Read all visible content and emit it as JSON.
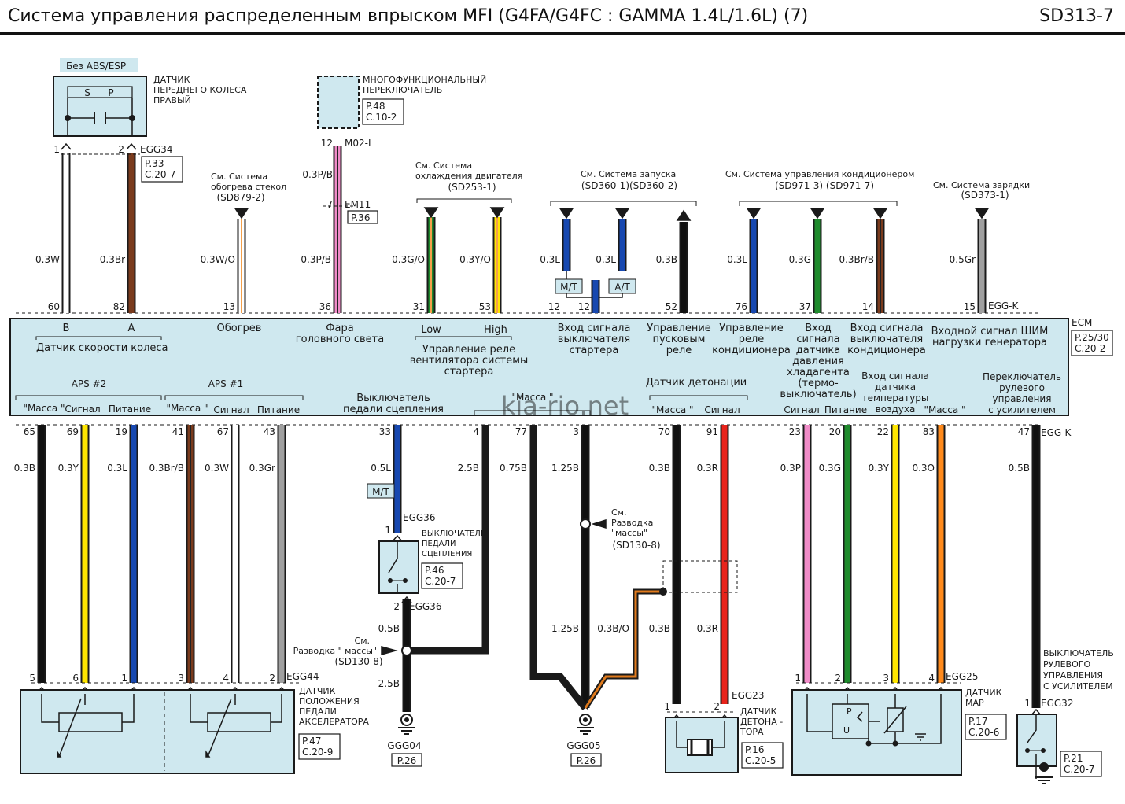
{
  "header": {
    "title": "Система  управления распределенным  впрыском MFI  (G4FA/G4FC : GAMMA 1.4L/1.6L) (7)",
    "code": "SD313-7"
  },
  "watermark": "kia-rio.net",
  "colors": {
    "box": "#cfe8ef",
    "line": "#1a1a1a",
    "ref": "#1a3aa0"
  },
  "top_components": {
    "wheel_sensor": {
      "badge": "Без ABS/ESP",
      "label": [
        "ДАТЧИК",
        "ПЕРЕДНЕГО  КОЛЕСА",
        "ПРАВЫЙ"
      ],
      "s": "S",
      "p": "P",
      "pins": [
        "1",
        "2"
      ],
      "connector": "EGG34",
      "ref": [
        "P.33",
        "C.20-7"
      ]
    },
    "multi_switch": {
      "label": [
        "МНОГОФУНКЦИОНАЛЬНЫЙ",
        "ПЕРЕКЛЮЧАТЕЛЬ"
      ],
      "ref": [
        "P.48",
        "C.10-2"
      ],
      "pin": "12",
      "connector": "M02-L",
      "pin2": "7",
      "connector2": "EM11",
      "ref2": "P.36",
      "wire_top": "0.3P/B"
    },
    "refs": [
      {
        "lines": [
          "См. Система",
          "обогрева стекол"
        ],
        "code": "(SD879-2)"
      },
      {
        "lines": [
          "См. Система",
          "охлаждения двигателя"
        ],
        "code": "(SD253-1)"
      },
      {
        "lines": [
          "См. Система запуска"
        ],
        "code": "(SD360-1)(SD360-2)"
      },
      {
        "lines": [
          "См. Система управления кондиционером"
        ],
        "code": "(SD971-3) (SD971-7)"
      },
      {
        "lines": [
          "См. Система зарядки"
        ],
        "code": "(SD373-1)"
      }
    ],
    "mt": "M/T",
    "at": "A/T"
  },
  "top_wires": [
    {
      "pin": "60",
      "spec": "0.3W",
      "color": "#ffffff"
    },
    {
      "pin": "82",
      "spec": "0.3Br",
      "color": "#7a3b1d"
    },
    {
      "pin": "13",
      "spec": "0.3W/O",
      "color": "#ffffff",
      "stripe": "#f4a04a"
    },
    {
      "pin": "36",
      "spec": "0.3P/B",
      "color": "#f08cc8",
      "stripe": "#222"
    },
    {
      "pin": "31",
      "spec": "0.3G/O",
      "color": "#1f8b2d",
      "stripe": "#f4a04a"
    },
    {
      "pin": "53",
      "spec": "0.3Y/O",
      "color": "#ffe600",
      "stripe": "#f4a04a"
    },
    {
      "pin": "12",
      "spec": "0.3L",
      "color": "#1748b0"
    },
    {
      "pin": "",
      "spec": "0.3L",
      "color": "#1748b0"
    },
    {
      "pin": "52",
      "spec": "0.3B",
      "color": "#111111"
    },
    {
      "pin": "76",
      "spec": "0.3L",
      "color": "#1748b0"
    },
    {
      "pin": "37",
      "spec": "0.3G",
      "color": "#1f8b2d"
    },
    {
      "pin": "14",
      "spec": "0.3Br/B",
      "color": "#7a3b1d",
      "stripe": "#222"
    },
    {
      "pin": "15",
      "spec": "0.5Gr",
      "color": "#a0a0a0"
    }
  ],
  "ecm": {
    "name": "ECM",
    "ref": [
      "P.25/30",
      "C.20-2"
    ],
    "connector_top": "EGG-K",
    "connector_bottom": "EGG-K",
    "top_labels": {
      "b": "B",
      "a": "A",
      "wheel_speed": "Датчик скорости колеса",
      "heat": "Обогрев",
      "headlight": [
        "Фара",
        "головного света"
      ],
      "low": "Low",
      "high": "High",
      "fan": [
        "Управление реле",
        "вентилятора  системы",
        "стартера"
      ],
      "starter_in": [
        "Вход сигнала",
        "выключателя",
        "стартера"
      ],
      "starter_ctrl": [
        "Управление",
        "пусковым",
        "реле"
      ],
      "ac_ctrl": [
        "Управление",
        "реле",
        "кондиционера"
      ],
      "ac_press": [
        "Вход",
        "сигнала",
        "датчика",
        "давления",
        "хладагента",
        "(термо-",
        "выключатель)"
      ],
      "ac_in": [
        "Вход сигнала",
        "выключателя",
        "кондиционера"
      ],
      "gen": [
        "Входной сигнал ШИМ",
        "нагрузки генератора"
      ]
    },
    "bottom_labels": {
      "aps2": "APS #2",
      "aps1": "APS #1",
      "mass": "\"Масса \"",
      "signal": "Сигнал",
      "power": "Питание",
      "clutch": [
        "Выключатель",
        "педали сцепления"
      ],
      "mass_mid": "\"Масса \"",
      "knock": "Датчик детонации",
      "iat": [
        "Вход сигнала",
        "датчика",
        "температуры",
        "воздуха"
      ],
      "map_signal": "Сигнал",
      "map_power": "Питание",
      "map_mass": "\"Масса \"",
      "psw": [
        "Переключатель",
        "рулевого",
        "управления",
        "с усилителем"
      ]
    }
  },
  "bottom_wires": [
    {
      "pin": "65",
      "spec": "0.3B",
      "color": "#111111"
    },
    {
      "pin": "69",
      "spec": "0.3Y",
      "color": "#ffe600"
    },
    {
      "pin": "19",
      "spec": "0.3L",
      "color": "#1748b0"
    },
    {
      "pin": "41",
      "spec": "0.3Br/B",
      "color": "#7a3b1d",
      "stripe": "#222"
    },
    {
      "pin": "67",
      "spec": "0.3W",
      "color": "#ffffff"
    },
    {
      "pin": "43",
      "spec": "0.3Gr",
      "color": "#a0a0a0"
    },
    {
      "pin": "33",
      "spec": "0.5L",
      "color": "#1748b0"
    },
    {
      "pin": "4",
      "spec": "2.5B",
      "color": "#111111"
    },
    {
      "pin": "77",
      "spec": "0.75B",
      "color": "#111111"
    },
    {
      "pin": "3",
      "spec": "1.25B",
      "color": "#111111"
    },
    {
      "pin": "70",
      "spec": "0.3B",
      "color": "#111111"
    },
    {
      "pin": "91",
      "spec": "0.3R",
      "color": "#e8231b"
    },
    {
      "pin": "23",
      "spec": "0.3P",
      "color": "#f08cc8"
    },
    {
      "pin": "20",
      "spec": "0.3G",
      "color": "#1f8b2d"
    },
    {
      "pin": "22",
      "spec": "0.3Y",
      "color": "#ffe600"
    },
    {
      "pin": "83",
      "spec": "0.3O",
      "color": "#ff8a1c"
    },
    {
      "pin": "47",
      "spec": "0.5B",
      "color": "#111111"
    }
  ],
  "bottom_components": {
    "aps": {
      "pins": [
        "5",
        "6",
        "1",
        "3",
        "4",
        "2"
      ],
      "connector": "EGG44",
      "label": [
        "ДАТЧИК",
        "ПОЛОЖЕНИЯ",
        "ПЕДАЛИ",
        "АКСЕЛЕРАТОРА"
      ],
      "ref": [
        "P.47",
        "C.20-9"
      ]
    },
    "clutch": {
      "mt": "M/T",
      "pin1": "1",
      "connector": "EGG36",
      "pin2": "2",
      "connector2": "EGG36",
      "label": [
        "ВЫКЛЮЧАТЕЛЬ",
        "ПЕДАЛИ",
        "СЦЕПЛЕНИЯ"
      ],
      "ref": [
        "P.46",
        "C.20-7"
      ],
      "wire_low": "0.5B",
      "wire_ground": "2.5B"
    },
    "ground_note1": {
      "lines": [
        "См.",
        "Разводка \" массы\""
      ],
      "code": "(SD130-8)"
    },
    "ground_note2": {
      "lines": [
        "См.",
        "Разводка",
        "\"массы\""
      ],
      "code": "(SD130-8)"
    },
    "ggg04": {
      "name": "GGG04",
      "ref": "P.26"
    },
    "ggg05": {
      "name": "GGG05",
      "ref": "P.26",
      "w1": "1.25B",
      "w2": "0.3B/O"
    },
    "knock": {
      "pins": [
        "1",
        "2"
      ],
      "connector": "EGG23",
      "label": [
        "ДАТЧИК",
        "ДЕТОНА -",
        "ТОРА"
      ],
      "ref": [
        "P.16",
        "C.20-5"
      ],
      "w1": "0.3B",
      "w2": "0.3R"
    },
    "map": {
      "pins": [
        "1",
        "2",
        "3",
        "4"
      ],
      "connector": "EGG25",
      "label": [
        "ДАТЧИК",
        "MAP"
      ],
      "ref": [
        "P.17",
        "C.20-6"
      ],
      "p": "P",
      "u": "U"
    },
    "psw": {
      "pin": "1",
      "connector": "EGG32",
      "label": [
        "ВЫКЛЮЧАТЕЛЬ",
        "РУЛЕВОГО",
        "УПРАВЛЕНИЯ",
        "С УСИЛИТЕЛЕМ"
      ],
      "ref": [
        "P.21",
        "C.20-7"
      ]
    }
  }
}
